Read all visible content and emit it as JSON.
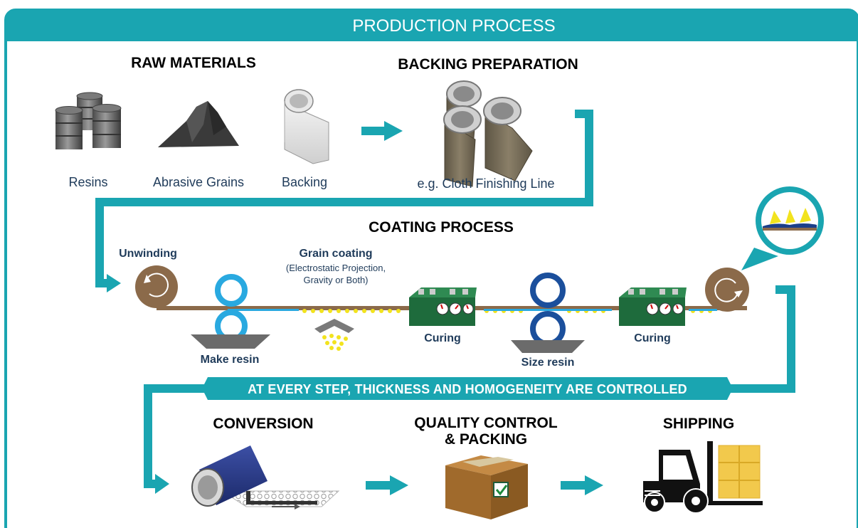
{
  "banner": {
    "title": "PRODUCTION PROCESS"
  },
  "sections": {
    "raw_materials": "RAW MATERIALS",
    "backing_preparation": "BACKING PREPARATION",
    "coating_process": "COATING PROCESS",
    "conversion": "CONVERSION",
    "quality_line1": "QUALITY CONTROL",
    "quality_line2": "& PACKING",
    "shipping": "SHIPPING"
  },
  "raw_materials": {
    "resins": "Resins",
    "abrasive_grains": "Abrasive Grains",
    "backing": "Backing"
  },
  "backing_preparation": {
    "example": "e.g. Cloth Finishing Line"
  },
  "coating": {
    "unwinding": "Unwinding",
    "grain_coating": "Grain coating",
    "grain_note_line1": "(Electrostatic Projection,",
    "grain_note_line2": "Gravity or Both)",
    "make_resin": "Make resin",
    "curing_1": "Curing",
    "size_resin": "Size resin",
    "curing_2": "Curing"
  },
  "control_band": "AT EVERY STEP, THICKNESS AND HOMOGENEITY ARE CONTROLLED",
  "colors": {
    "teal": "#1aa5b1",
    "brown": "#8b6a4a",
    "light_blue": "#29a9e0",
    "dark_blue": "#1b4f9c",
    "machine_green": "#1e6b3c",
    "grain_yellow": "#f2e31e",
    "box_brown": "#a06a2c"
  },
  "icons": [
    "barrels-icon",
    "grain-pile-icon",
    "backing-roll-icon",
    "arrow-right-icon",
    "cloth-rolls-icon",
    "roller-icon",
    "curing-oven-icon",
    "magnifier-icon",
    "conversion-roll-icon",
    "box-check-icon",
    "forklift-icon"
  ]
}
